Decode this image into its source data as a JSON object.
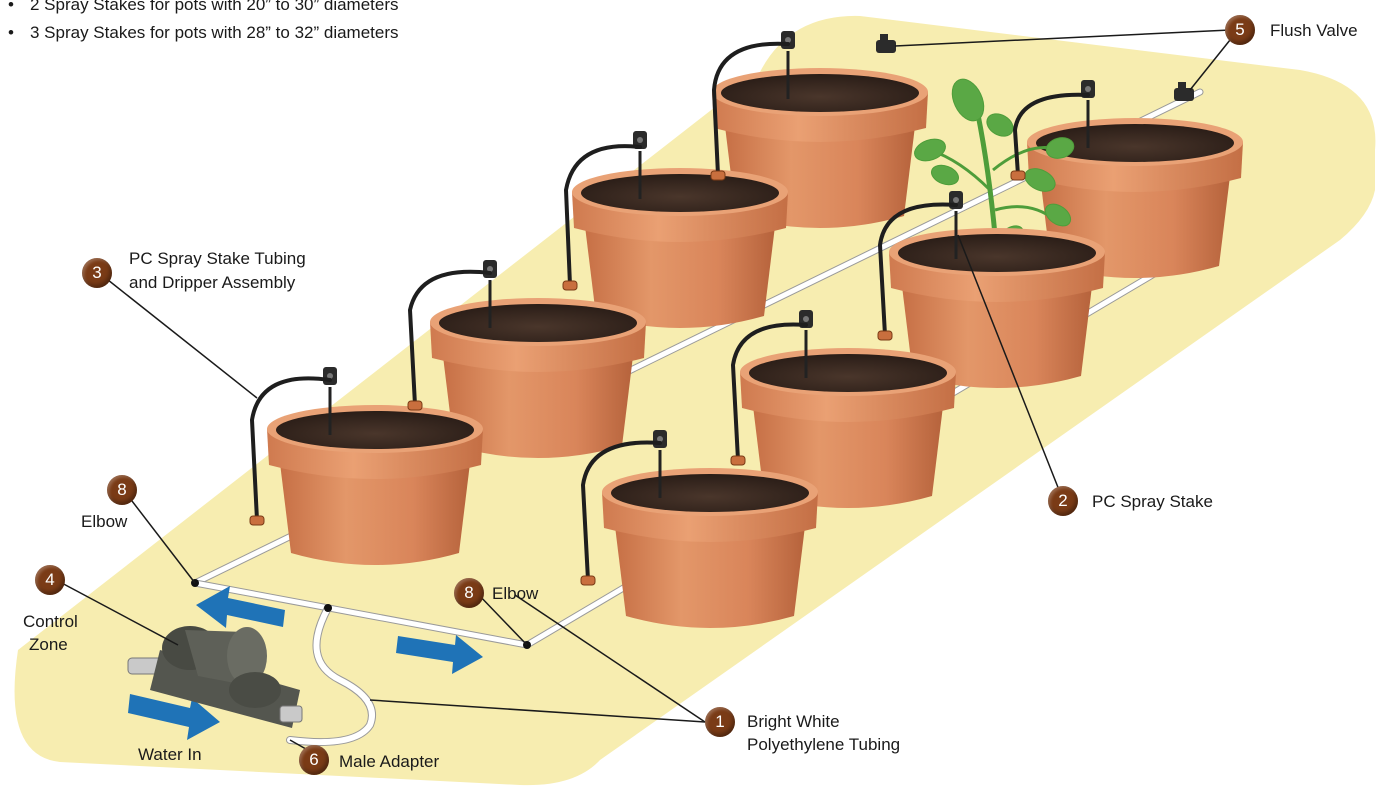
{
  "colors": {
    "mat": "#f7edb0",
    "pot_light": "#de8e61",
    "pot_dark": "#c06c42",
    "soil": "#3a2a22",
    "badge": "#7a3b16",
    "arrow": "#1f73b7",
    "tubing": "#ffffff",
    "leader": "#1a1a1a",
    "plant": "#4e9d3a"
  },
  "notes": [
    "2 Spray Stakes for pots with 20” to 30” diameters",
    "3 Spray Stakes for pots with 28” to 32” diameters"
  ],
  "callouts": {
    "c1": {
      "num": "1",
      "line1": "Bright White",
      "line2": "Polyethylene Tubing"
    },
    "c2": {
      "num": "2",
      "text": "PC Spray Stake"
    },
    "c3": {
      "num": "3",
      "line1": "PC Spray Stake Tubing",
      "line2": "and Dripper Assembly"
    },
    "c4": {
      "num": "4",
      "line1": "Control",
      "line2": "Zone"
    },
    "c5": {
      "num": "5",
      "text": "Flush Valve"
    },
    "c6": {
      "num": "6",
      "text": "Male Adapter"
    },
    "c8a": {
      "num": "8",
      "text": "Elbow"
    },
    "c8b": {
      "num": "8",
      "text": "Elbow"
    }
  },
  "water_in": "Water In",
  "icons": [
    "flow-arrow-icon",
    "spray-stake-icon",
    "flush-valve-icon",
    "elbow-fitting-icon",
    "control-zone-valve-icon",
    "tomato-plant-icon"
  ]
}
